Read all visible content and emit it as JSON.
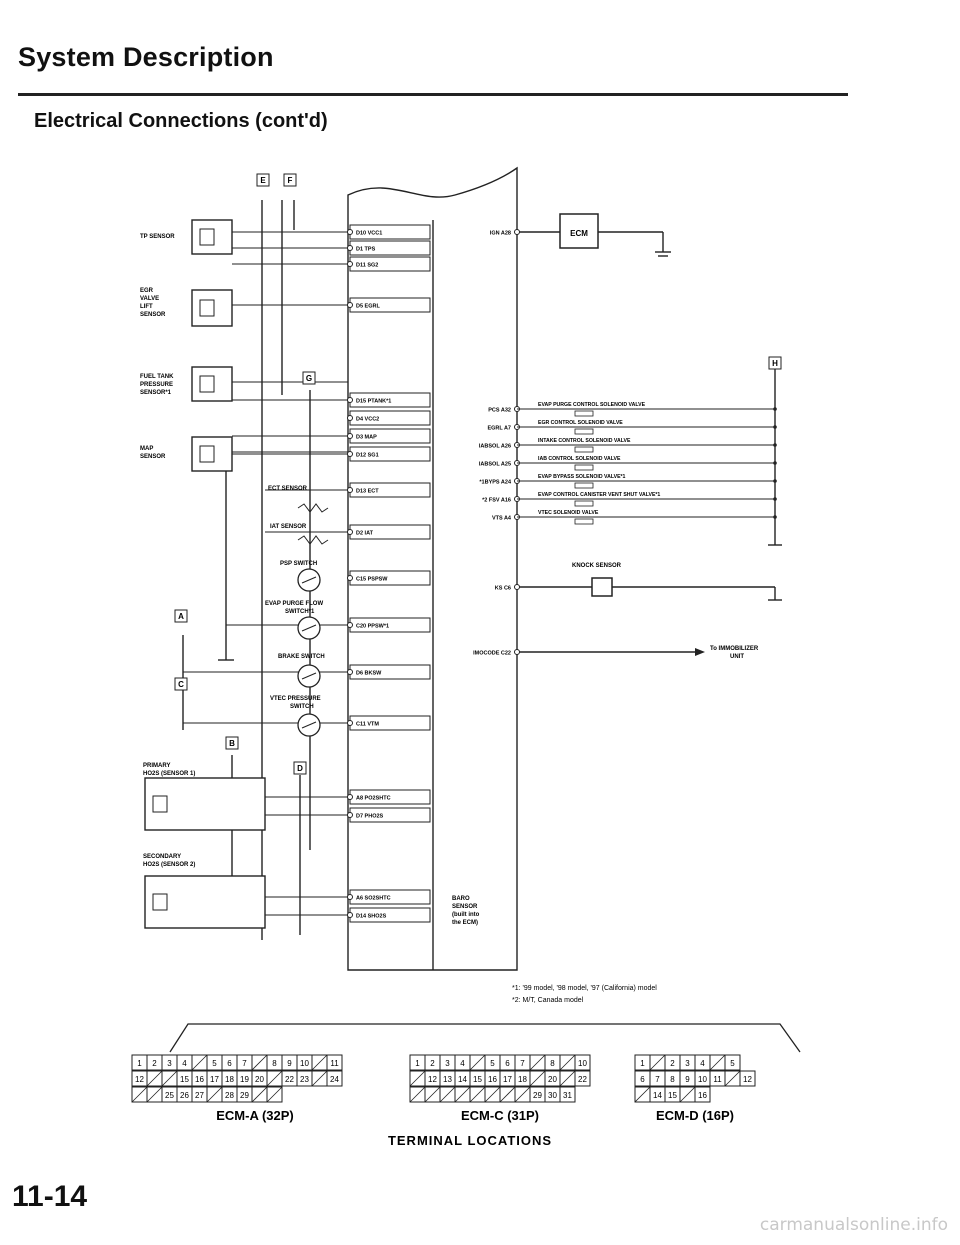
{
  "page": {
    "title": "System Description",
    "subtitle": "Electrical Connections (cont'd)",
    "page_number": "11-14",
    "watermark": "carmanualsonline.info"
  },
  "diagram": {
    "ecm_label": "ECM",
    "sensors": {
      "tp": "TP SENSOR",
      "egr": [
        "EGR",
        "VALVE",
        "LIFT",
        "SENSOR"
      ],
      "fuel_tank": [
        "FUEL TANK",
        "PRESSURE",
        "SENSOR*1"
      ],
      "map": [
        "MAP",
        "SENSOR"
      ],
      "ect": "ECT SENSOR",
      "iat": "IAT SENSOR",
      "psp": "PSP SWITCH",
      "evap_flow": [
        "EVAP PURGE FLOW",
        "SWITCH*1"
      ],
      "brake": "BRAKE SWITCH",
      "vtec_pressure": [
        "VTEC PRESSURE",
        "SWITCH"
      ],
      "primary_ho2s": [
        "PRIMARY",
        "HO2S (SENSOR 1)"
      ],
      "secondary_ho2s": [
        "SECONDARY",
        "HO2S (SENSOR 2)"
      ],
      "baro": [
        "BARO",
        "SENSOR",
        "(built into",
        "the ECM)"
      ],
      "knock": "KNOCK SENSOR",
      "immobilizer": [
        "To IMMOBILIZER",
        "UNIT"
      ]
    },
    "ecm_inputs": [
      "D10 VCC1",
      "D1 TPS",
      "D11 SG2",
      "D5 EGRL",
      "D15 PTANK*1",
      "D4 VCC2",
      "D3 MAP",
      "D12 SG1",
      "D13 ECT",
      "D2 IAT",
      "C15 PSPSW",
      "C20 PPSW*1",
      "D6 BKSW",
      "C11 VTM",
      "A8 PO2SHTC",
      "D7 PHO2S",
      "A6 SO2SHTC",
      "D14 SHO2S"
    ],
    "ecm_outputs": [
      "IGN A28",
      "PCS A32",
      "EGRL A7",
      "IABSOL A26",
      "IABSOL A25",
      "*1BYPS A24",
      "*2 FSV A16",
      "VTS A4",
      "KS C6",
      "IMOCODE C22"
    ],
    "output_devices": [
      "EVAP PURGE CONTROL SOLENOID VALVE",
      "EGR CONTROL SOLENOID VALVE",
      "INTAKE CONTROL SOLENOID VALVE",
      "IAB CONTROL SOLENOID VALVE",
      "EVAP BYPASS SOLENOID VALVE*1",
      "EVAP CONTROL CANISTER VENT SHUT VALVE*1",
      "VTEC SOLENOID VALVE"
    ],
    "connector_refs": [
      "E",
      "F",
      "G",
      "H",
      "A",
      "C",
      "B",
      "D"
    ],
    "notes": [
      "*1: '99 model, '98 model, '97 (California) model",
      "*2: M/T, Canada model"
    ]
  },
  "terminals": {
    "caption": "TERMINAL LOCATIONS",
    "ecm_a": {
      "label": "ECM-A (32P)",
      "row1": [
        "1",
        "2",
        "3",
        "4",
        "",
        "5",
        "6",
        "7",
        "",
        "8",
        "9",
        "10",
        "",
        "11"
      ],
      "row2": [
        "12",
        "",
        "",
        "15",
        "16",
        "17",
        "18",
        "19",
        "20",
        "",
        "22",
        "23",
        "",
        "24"
      ],
      "row3": [
        "",
        "",
        "25",
        "26",
        "27",
        "",
        "28",
        "29",
        "",
        ""
      ]
    },
    "ecm_c": {
      "label": "ECM-C (31P)",
      "row1": [
        "1",
        "2",
        "3",
        "4",
        "",
        "5",
        "6",
        "7",
        "",
        "8",
        "",
        "10"
      ],
      "row2": [
        "",
        "12",
        "13",
        "14",
        "15",
        "16",
        "17",
        "18",
        "",
        "20",
        "",
        "22"
      ],
      "row3": [
        "",
        "",
        "",
        "",
        "",
        "",
        "",
        "",
        "29",
        "30",
        "31"
      ]
    },
    "ecm_d": {
      "label": "ECM-D (16P)",
      "row1": [
        "1",
        "",
        "2",
        "3",
        "4",
        "",
        "5"
      ],
      "row2": [
        "6",
        "7",
        "8",
        "9",
        "10",
        "11",
        "",
        "12"
      ],
      "row3": [
        "",
        "14",
        "15",
        "",
        "16"
      ]
    }
  }
}
